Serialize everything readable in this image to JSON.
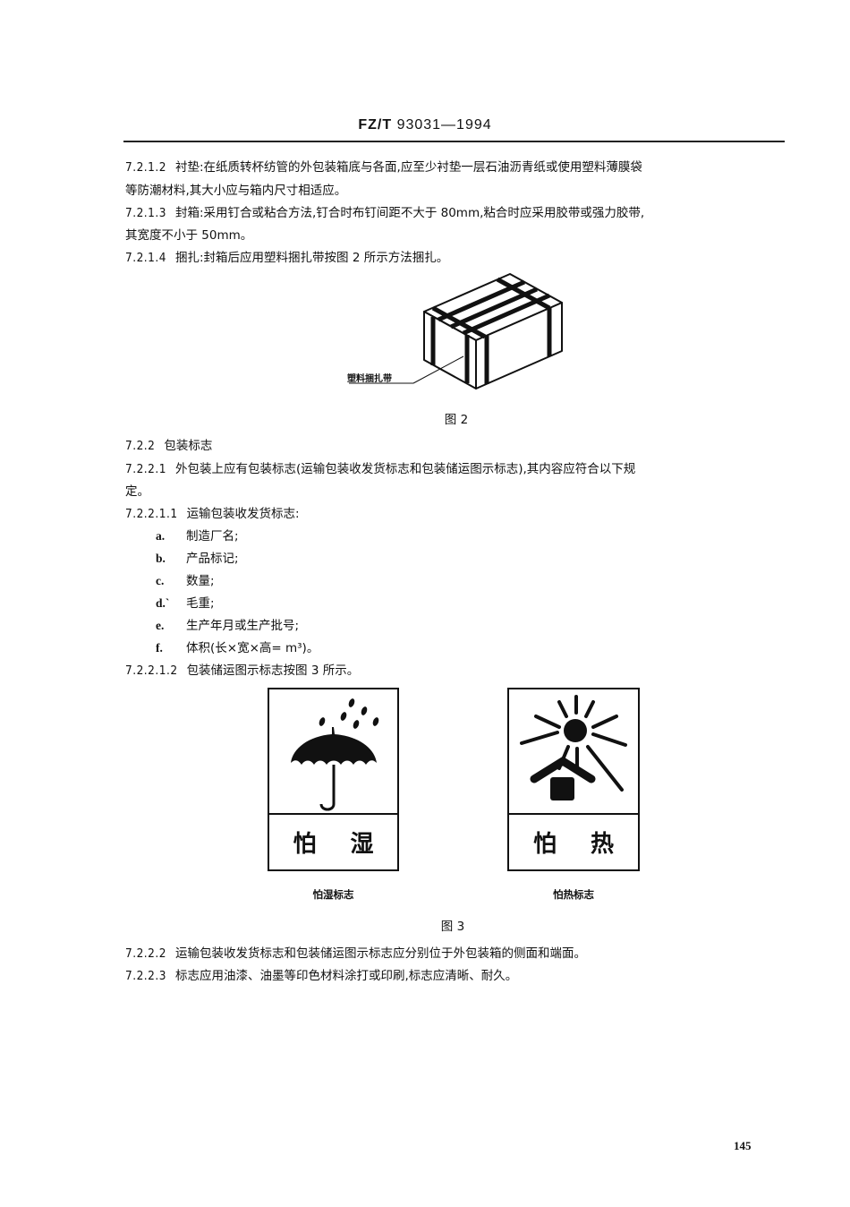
{
  "header": {
    "standard_code_prefix": "FZ/T",
    "standard_code_number": "93031—1994"
  },
  "paragraphs": [
    {
      "id": "7.2.1.2",
      "number": "7.2.1.2",
      "line1": "衬垫:在纸质转杯纺管的外包装箱底与各面,应至少衬垫一层石油沥青纸或使用塑料薄膜袋",
      "line2": "等防潮材料,其大小应与箱内尺寸相适应。"
    },
    {
      "id": "7.2.1.3",
      "number": "7.2.1.3",
      "line1": "封箱:采用钉合或粘合方法,钉合时布钉间距不大于 80mm,粘合时应采用胶带或强力胶带,",
      "line2": "其宽度不小于 50mm。"
    },
    {
      "id": "7.2.1.4",
      "number": "7.2.1.4",
      "line1": "捆扎:封箱后应用塑料捆扎带按图 2 所示方法捆扎。"
    }
  ],
  "figure2": {
    "callout_label": "塑料捆扎带",
    "caption": "图 2",
    "icon": "strapped-box-illustration"
  },
  "section_722": {
    "number": "7.2.2",
    "title": "包装标志"
  },
  "para_7221": {
    "number": "7.2.2.1",
    "line1": "外包装上应有包装标志(运输包装收发货标志和包装储运图示标志),其内容应符合以下规",
    "line2": "定。"
  },
  "para_72211": {
    "number": "7.2.2.1.1",
    "text": "运输包装收发货标志:"
  },
  "list_items": [
    {
      "letter": "a.",
      "text": "制造厂名;"
    },
    {
      "letter": "b.",
      "text": "产品标记;"
    },
    {
      "letter": "c.",
      "text": "数量;"
    },
    {
      "letter": "d.`",
      "text": "毛重;"
    },
    {
      "letter": "e.",
      "text": "生产年月或生产批号;"
    },
    {
      "letter": "f.",
      "text": "体积(长×宽×高=      m³)。"
    }
  ],
  "para_72212": {
    "number": "7.2.2.1.2",
    "text": "包装储运图示标志按图 3 所示。"
  },
  "figure3": {
    "signs": [
      {
        "char1": "怕",
        "char2": "湿",
        "caption": "怕湿标志",
        "icon": "umbrella-rain-icon"
      },
      {
        "char1": "怕",
        "char2": "热",
        "caption": "怕热标志",
        "icon": "sun-heat-icon"
      }
    ],
    "caption": "图 3"
  },
  "para_7222": {
    "number": "7.2.2.2",
    "text": "运输包装收发货标志和包装储运图示标志应分别位于外包装箱的侧面和端面。"
  },
  "para_7223": {
    "number": "7.2.2.3",
    "text": "标志应用油漆、油墨等印色材料涂打或印刷,标志应清晰、耐久。"
  },
  "page_number": "145"
}
